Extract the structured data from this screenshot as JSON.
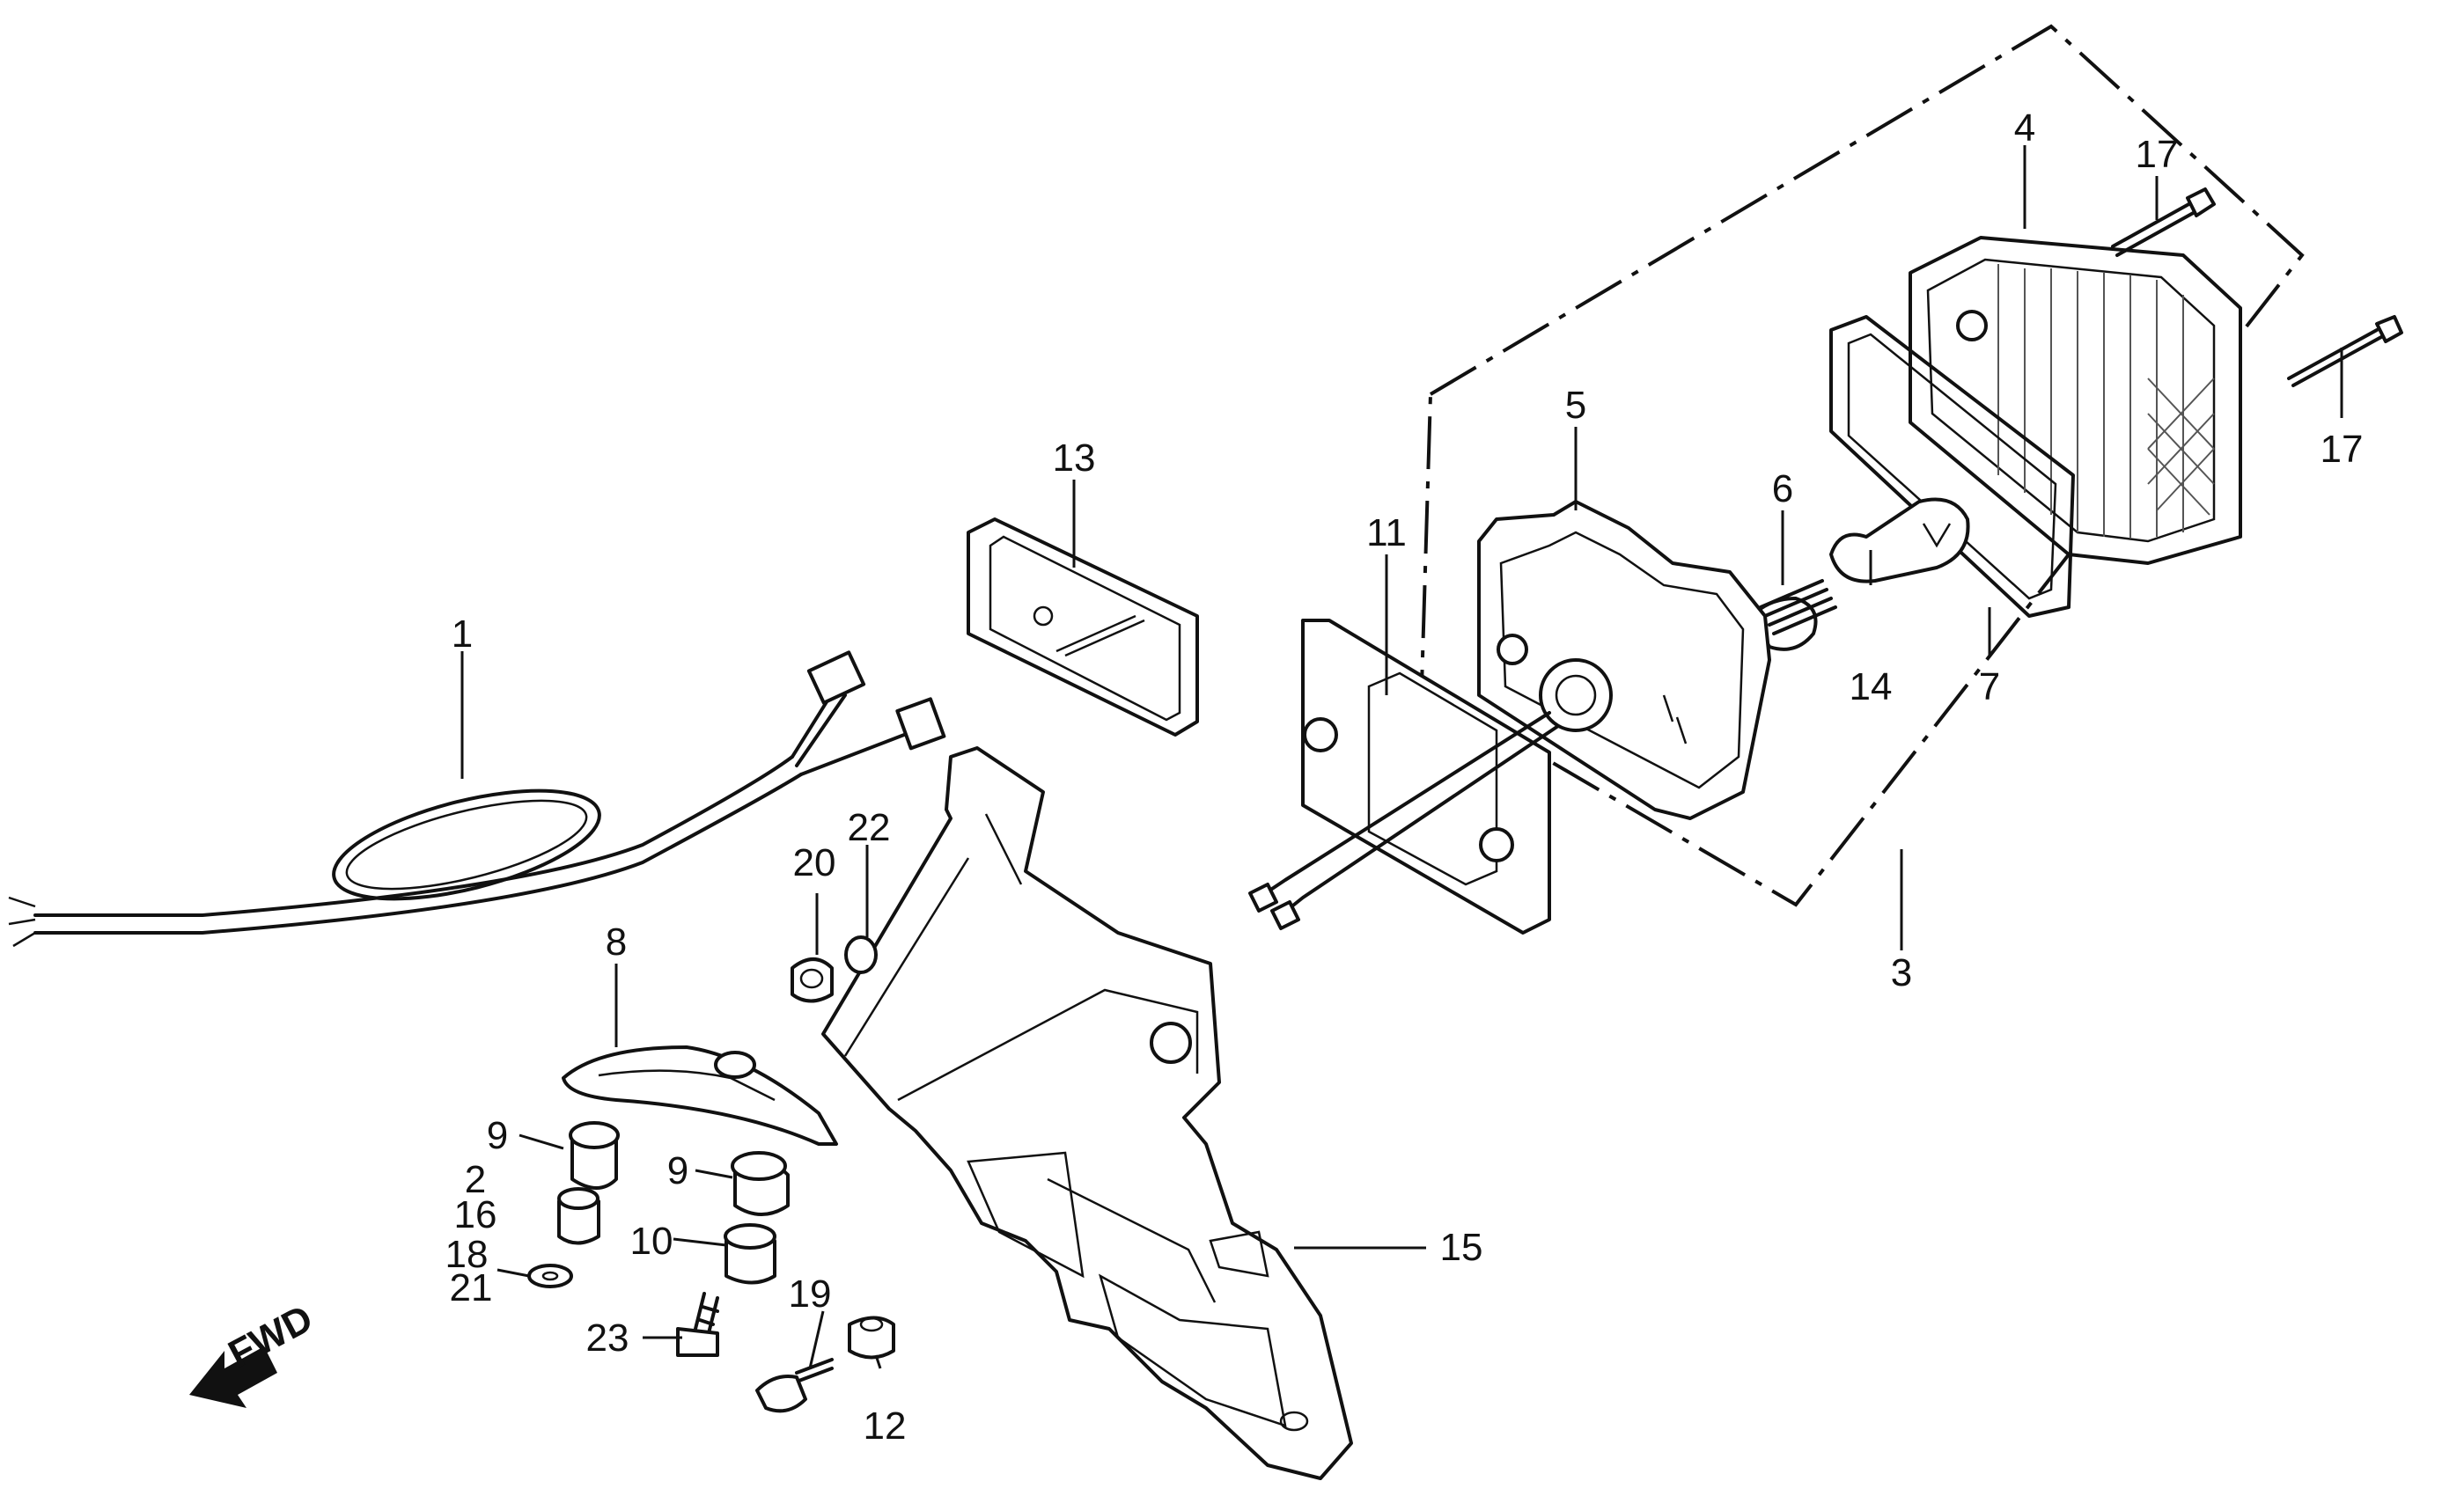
{
  "diagram": {
    "labels": {
      "p1": "1",
      "p2": "2",
      "p3": "3",
      "p4": "4",
      "p5": "5",
      "p6": "6",
      "p7": "7",
      "p8": "8",
      "p9a": "9",
      "p9b": "9",
      "p10": "10",
      "p11": "11",
      "p12": "12",
      "p13": "13",
      "p14": "14",
      "p15": "15",
      "p16": "16",
      "p17a": "17",
      "p17b": "17",
      "p18": "18",
      "p19": "19",
      "p20": "20",
      "p21": "21",
      "p22": "22",
      "p23": "23"
    },
    "fwd": "FWD"
  }
}
